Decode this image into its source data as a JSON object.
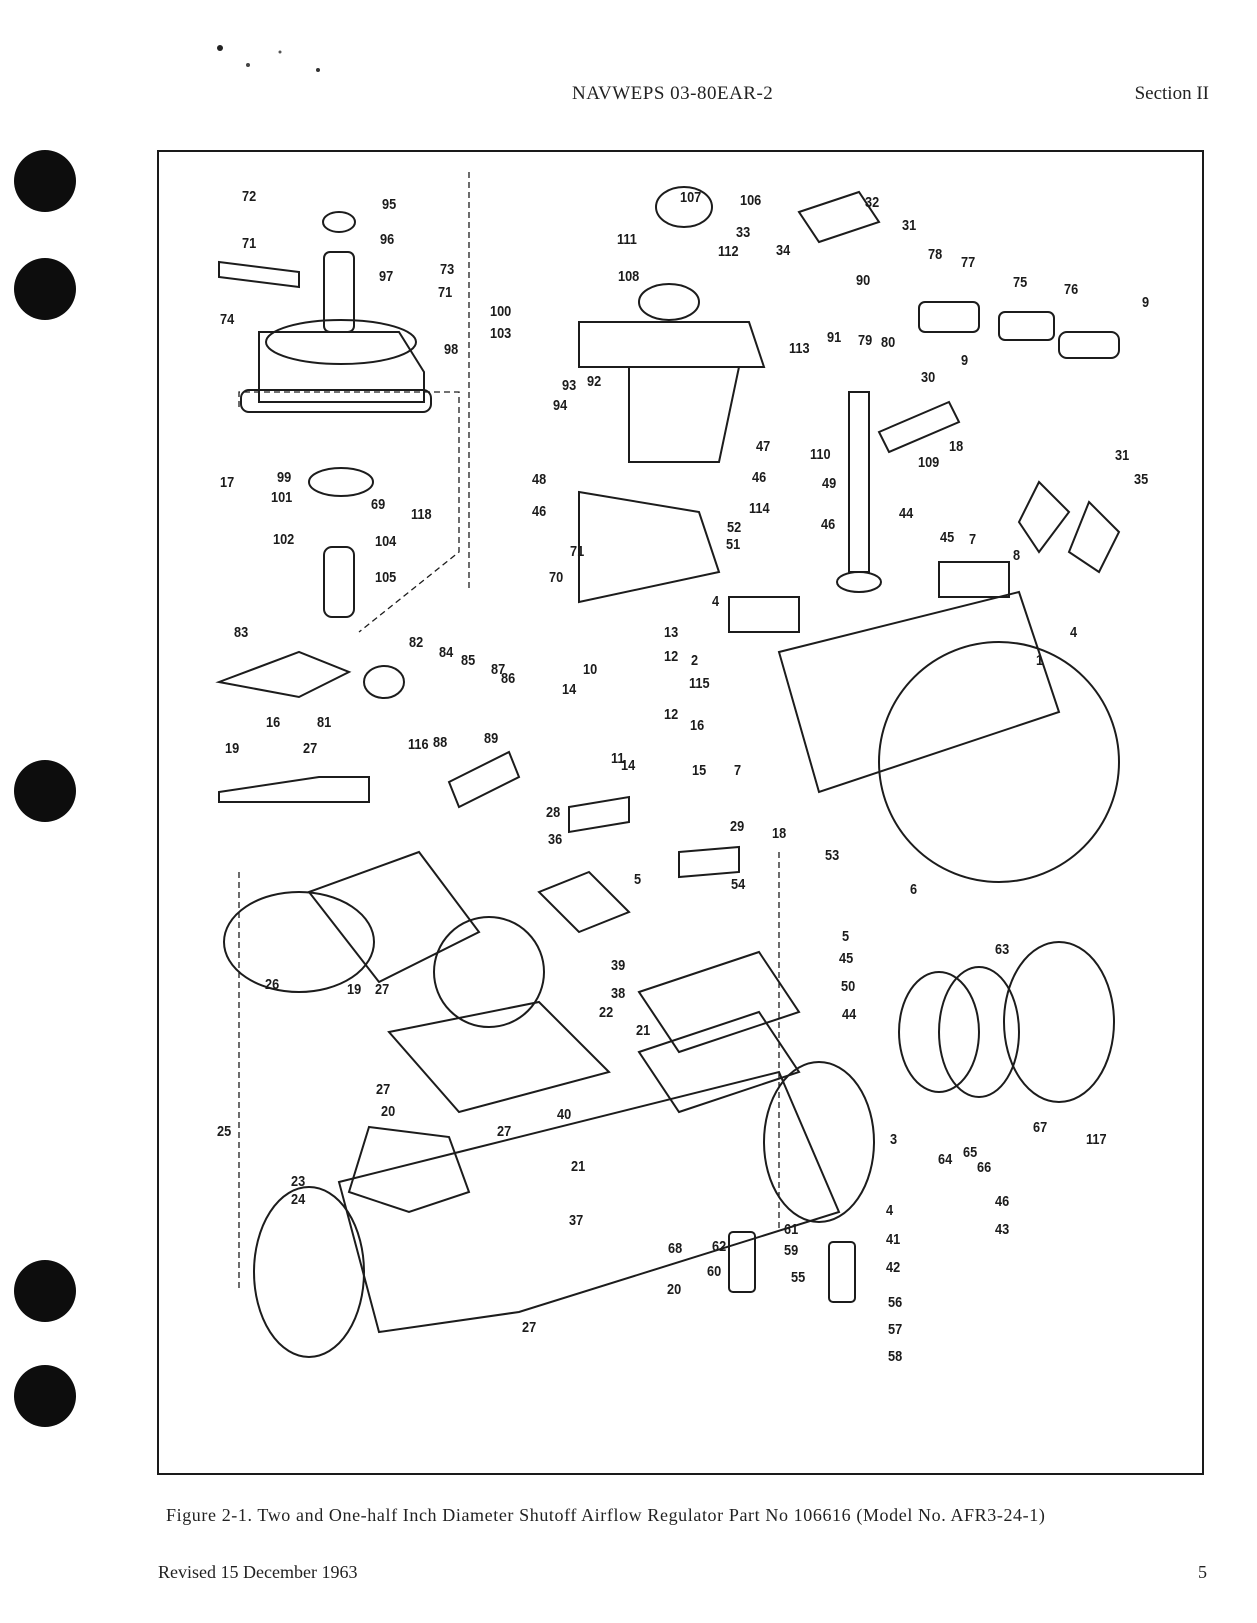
{
  "header": {
    "doc_number": "NAVWEPS 03-80EAR-2",
    "section": "Section II"
  },
  "figure": {
    "caption": "Figure 2-1.  Two and One-half Inch Diameter Shutoff Airflow Regulator Part No  106616 (Model No. AFR3-24-1)",
    "callouts": [
      "72",
      "95",
      "107",
      "106",
      "32",
      "31",
      "96",
      "33",
      "34",
      "71",
      "111",
      "112",
      "73",
      "97",
      "71",
      "78",
      "77",
      "90",
      "108",
      "75",
      "76",
      "100",
      "9",
      "103",
      "74",
      "98",
      "91",
      "79",
      "80",
      "113",
      "9",
      "30",
      "93",
      "92",
      "94",
      "47",
      "18",
      "110",
      "17",
      "99",
      "109",
      "31",
      "101",
      "69",
      "35",
      "118",
      "48",
      "46",
      "49",
      "46",
      "114",
      "46",
      "44",
      "7",
      "104",
      "52",
      "45",
      "8",
      "71",
      "102",
      "51",
      "105",
      "70",
      "4",
      "4",
      "13",
      "83",
      "82",
      "84",
      "85",
      "87",
      "12",
      "2",
      "1",
      "10",
      "115",
      "86",
      "14",
      "16",
      "81",
      "12",
      "88",
      "89",
      "16",
      "19",
      "27",
      "116",
      "11",
      "14",
      "15",
      "7",
      "28",
      "29",
      "18",
      "53",
      "36",
      "54",
      "6",
      "5",
      "5",
      "45",
      "26",
      "39",
      "63",
      "19",
      "27",
      "50",
      "38",
      "22",
      "44",
      "21",
      "27",
      "40",
      "3",
      "64",
      "65",
      "67",
      "117",
      "20",
      "25",
      "27",
      "66",
      "23",
      "21",
      "24",
      "37",
      "4",
      "46",
      "62",
      "61",
      "41",
      "43",
      "68",
      "59",
      "42",
      "60",
      "55",
      "20",
      "56",
      "27",
      "57",
      "58"
    ]
  },
  "footer": {
    "revision": "Revised 15 December 1963",
    "page_number": "5"
  }
}
